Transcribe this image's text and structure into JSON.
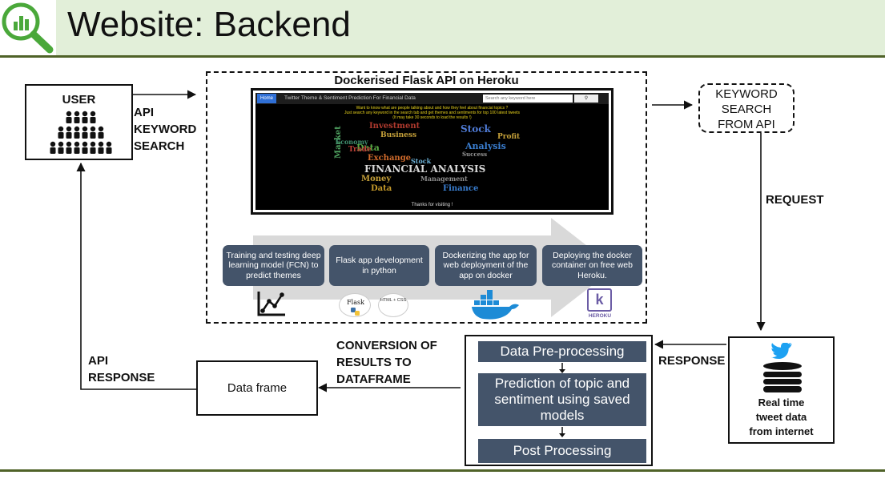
{
  "slide": {
    "title": "Website: Backend"
  },
  "colors": {
    "header_bg": "#e2efd9",
    "rule": "#4f6228",
    "step_box": "#44546a",
    "icon_green": "#4aa83a"
  },
  "user": {
    "label": "USER"
  },
  "labels": {
    "api_keyword_search": [
      "API",
      "KEYWORD",
      "SEARCH"
    ],
    "api_response": [
      "API",
      "RESPONSE"
    ],
    "conversion": [
      "CONVERSION OF",
      "RESULTS TO",
      "DATAFRAME"
    ],
    "request": "REQUEST",
    "response": "RESPONSE"
  },
  "flask_box": {
    "title": "Dockerised Flask API on Heroku",
    "screenshot": {
      "nav_home": "Home",
      "nav_title": "Twitter Theme & Sentiment Prediction For Financial Data",
      "search_placeholder": "Search any keyword here",
      "intro_lines": [
        "Want to know what are people talking about and how they feel about financial topics ?",
        "Just search any keyword in the search tab and get themes and sentiments for top 100 latest tweets",
        "(It may take 30 seconds to load the results !)"
      ],
      "cloud_words": [
        "Investment",
        "Business",
        "Stock",
        "Data",
        "Analysis",
        "Exchange",
        "FINANCIAL ANALYSIS",
        "Money",
        "Market",
        "Management",
        "Finance",
        "Data",
        "Stock",
        "Trade",
        "Profit",
        "Economy",
        "Success"
      ],
      "thanks": "Thanks for visiting !"
    },
    "steps": [
      "Training and testing deep learning model (FCN) to predict themes",
      "Flask app development in python",
      "Dockerizing the app for web deployment of the app on docker",
      "Deploying the docker container on free web Heroku."
    ],
    "logos": {
      "flask": "Flask",
      "html_css": "HTML + CSS",
      "heroku": "HEROKU"
    }
  },
  "keyword_search_api": [
    "KEYWORD",
    "SEARCH",
    "FROM API"
  ],
  "tweet_source": {
    "label": [
      "Real time",
      "tweet data",
      "from internet"
    ]
  },
  "processing": {
    "steps": [
      "Data Pre-processing",
      "Prediction of topic and sentiment using saved models",
      "Post Processing"
    ]
  },
  "data_frame": {
    "label": "Data frame"
  }
}
